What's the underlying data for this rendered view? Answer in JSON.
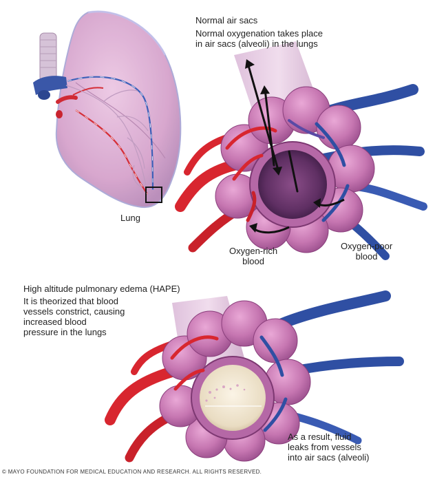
{
  "normal": {
    "title": "Normal air sacs",
    "description": "Normal oxygenation takes place\nin air sacs (alveoli) in the lungs",
    "lung_label": "Lung",
    "oxygen_rich_label": "Oxygen-rich\nblood",
    "oxygen_poor_label": "Oxygen-poor\nblood"
  },
  "hape": {
    "title": "High altitude pulmonary edema (HAPE)",
    "description": "It is theorized that blood\nvessels constrict, causing\nincreased blood\npressure in the lungs",
    "result": "As a result, fluid\nleaks from vessels\ninto air sacs (alveoli)"
  },
  "copyright": "© MAYO FOUNDATION FOR MEDICAL EDUCATION AND RESEARCH. ALL RIGHTS RESERVED.",
  "colors": {
    "lung": "#d9a6cf",
    "alveoli": "#c97bb4",
    "artery": "#d8262f",
    "vein": "#2f4fa3",
    "fluid": "#efe4cf"
  }
}
